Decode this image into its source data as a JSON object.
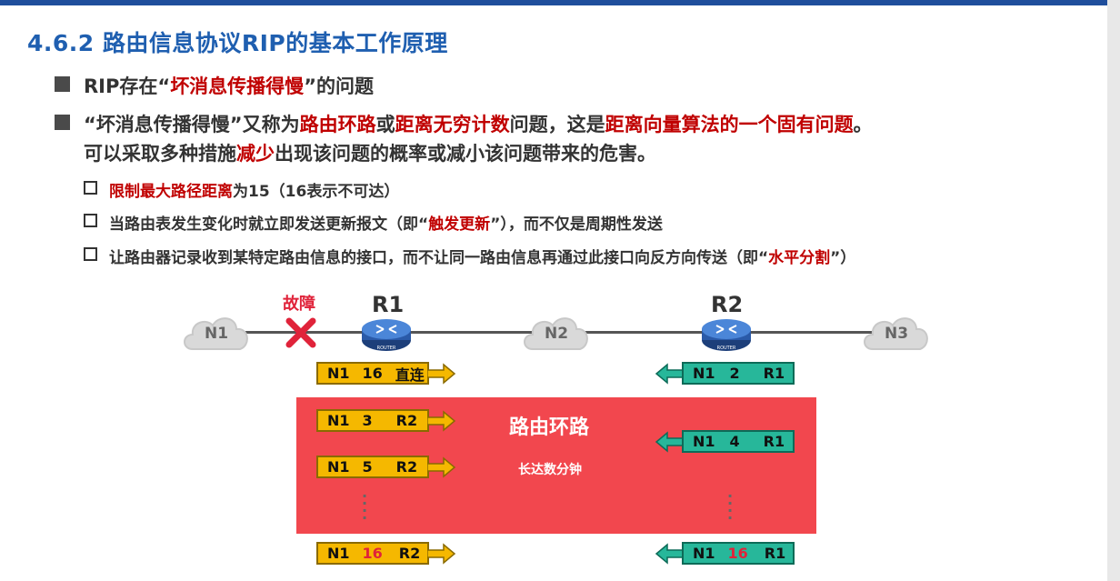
{
  "title": "4.6.2 路由信息协议RIP的基本工作原理",
  "bullets": {
    "b1": {
      "p1": "RIP存在“",
      "red": "坏消息传播得慢",
      "p2": "”的问题"
    },
    "b2": {
      "p1": "“坏消息传播得慢”又称为",
      "red1": "路由环路",
      "p2": "或",
      "red2": "距离无穷计数",
      "p3": "问题，这是",
      "red3": "距离向量算法的一个固有问题",
      "p4": "。",
      "l2a": "可以采取多种措施",
      "l2red": "减少",
      "l2b": "出现该问题的概率或减小该问题带来的危害。"
    }
  },
  "measures": [
    {
      "red": "限制最大路径距离",
      "text": "为15（16表示不可达）"
    },
    {
      "pre": "当路由表发生变化时就立即发送更新报文（即“",
      "red": "触发更新",
      "post": "”），而不仅是周期性发送"
    },
    {
      "pre": "让路由器记录收到某特定路由信息的接口，而不让同一路由信息再通过此接口向反方向传送（即“",
      "red": "水平分割",
      "post": "”）"
    }
  ],
  "diagram": {
    "networks": {
      "n1": "N1",
      "n2": "N2",
      "n3": "N3"
    },
    "routers": {
      "r1": "R1",
      "r2": "R2",
      "router_text": "ROUTER"
    },
    "fault": "故障",
    "loop_title": "路由环路",
    "loop_sub": "长达数分钟",
    "r1_msgs": [
      {
        "net": "N1",
        "dist": "16",
        "next": "直连"
      },
      {
        "net": "N1",
        "dist": "3",
        "next": "R2"
      },
      {
        "net": "N1",
        "dist": "5",
        "next": "R2"
      },
      {
        "net": "N1",
        "dist": "16",
        "next": "R2"
      }
    ],
    "r2_msgs": [
      {
        "net": "N1",
        "dist": "2",
        "next": "R1"
      },
      {
        "net": "N1",
        "dist": "4",
        "next": "R1"
      },
      {
        "net": "N1",
        "dist": "16",
        "next": "R1"
      }
    ],
    "colors": {
      "yellow": "#f5b800",
      "green": "#27b79a",
      "loop": "#f2474e",
      "title_blue": "#1f5fb0",
      "red_text": "#c00000"
    }
  }
}
